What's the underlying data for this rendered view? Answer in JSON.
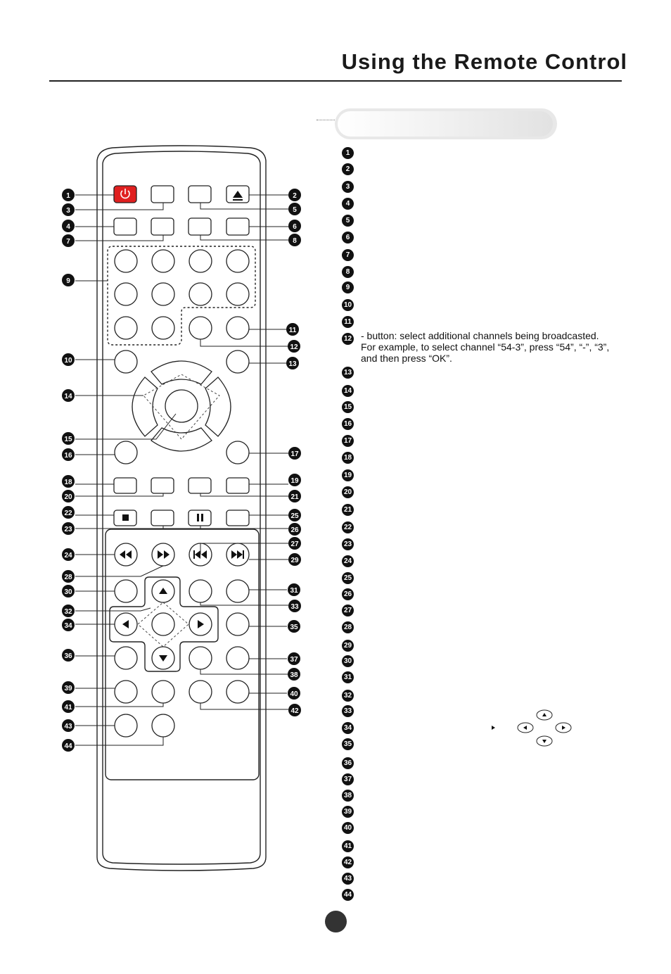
{
  "page": {
    "title": "Using the Remote Control"
  },
  "colors": {
    "power_button": "#e02020",
    "ink": "#111111"
  },
  "remote": {
    "icons": [
      "power-icon",
      "eject-icon",
      "stop-icon",
      "pause-icon",
      "rewind-icon",
      "fast-forward-icon",
      "previous-icon",
      "next-icon",
      "up-arrow-icon",
      "down-arrow-icon",
      "left-arrow-icon",
      "right-arrow-icon"
    ]
  },
  "descriptions": {
    "numbers": [
      "1",
      "2",
      "3",
      "4",
      "5",
      "6",
      "7",
      "8",
      "9",
      "10",
      "11",
      "12",
      "13",
      "14",
      "15",
      "16",
      "17",
      "18",
      "19",
      "20",
      "21",
      "22",
      "23",
      "24",
      "25",
      "26",
      "27",
      "28",
      "29",
      "30",
      "31",
      "32",
      "33",
      "34",
      "35",
      "36",
      "37",
      "38",
      "39",
      "40",
      "41",
      "42",
      "43",
      "44"
    ],
    "item_12_text": "- button: select additional channels being broadcasted.\n For example, to select channel “54-3”, press “54”, “-”, “3”,\nand then press “OK”."
  }
}
